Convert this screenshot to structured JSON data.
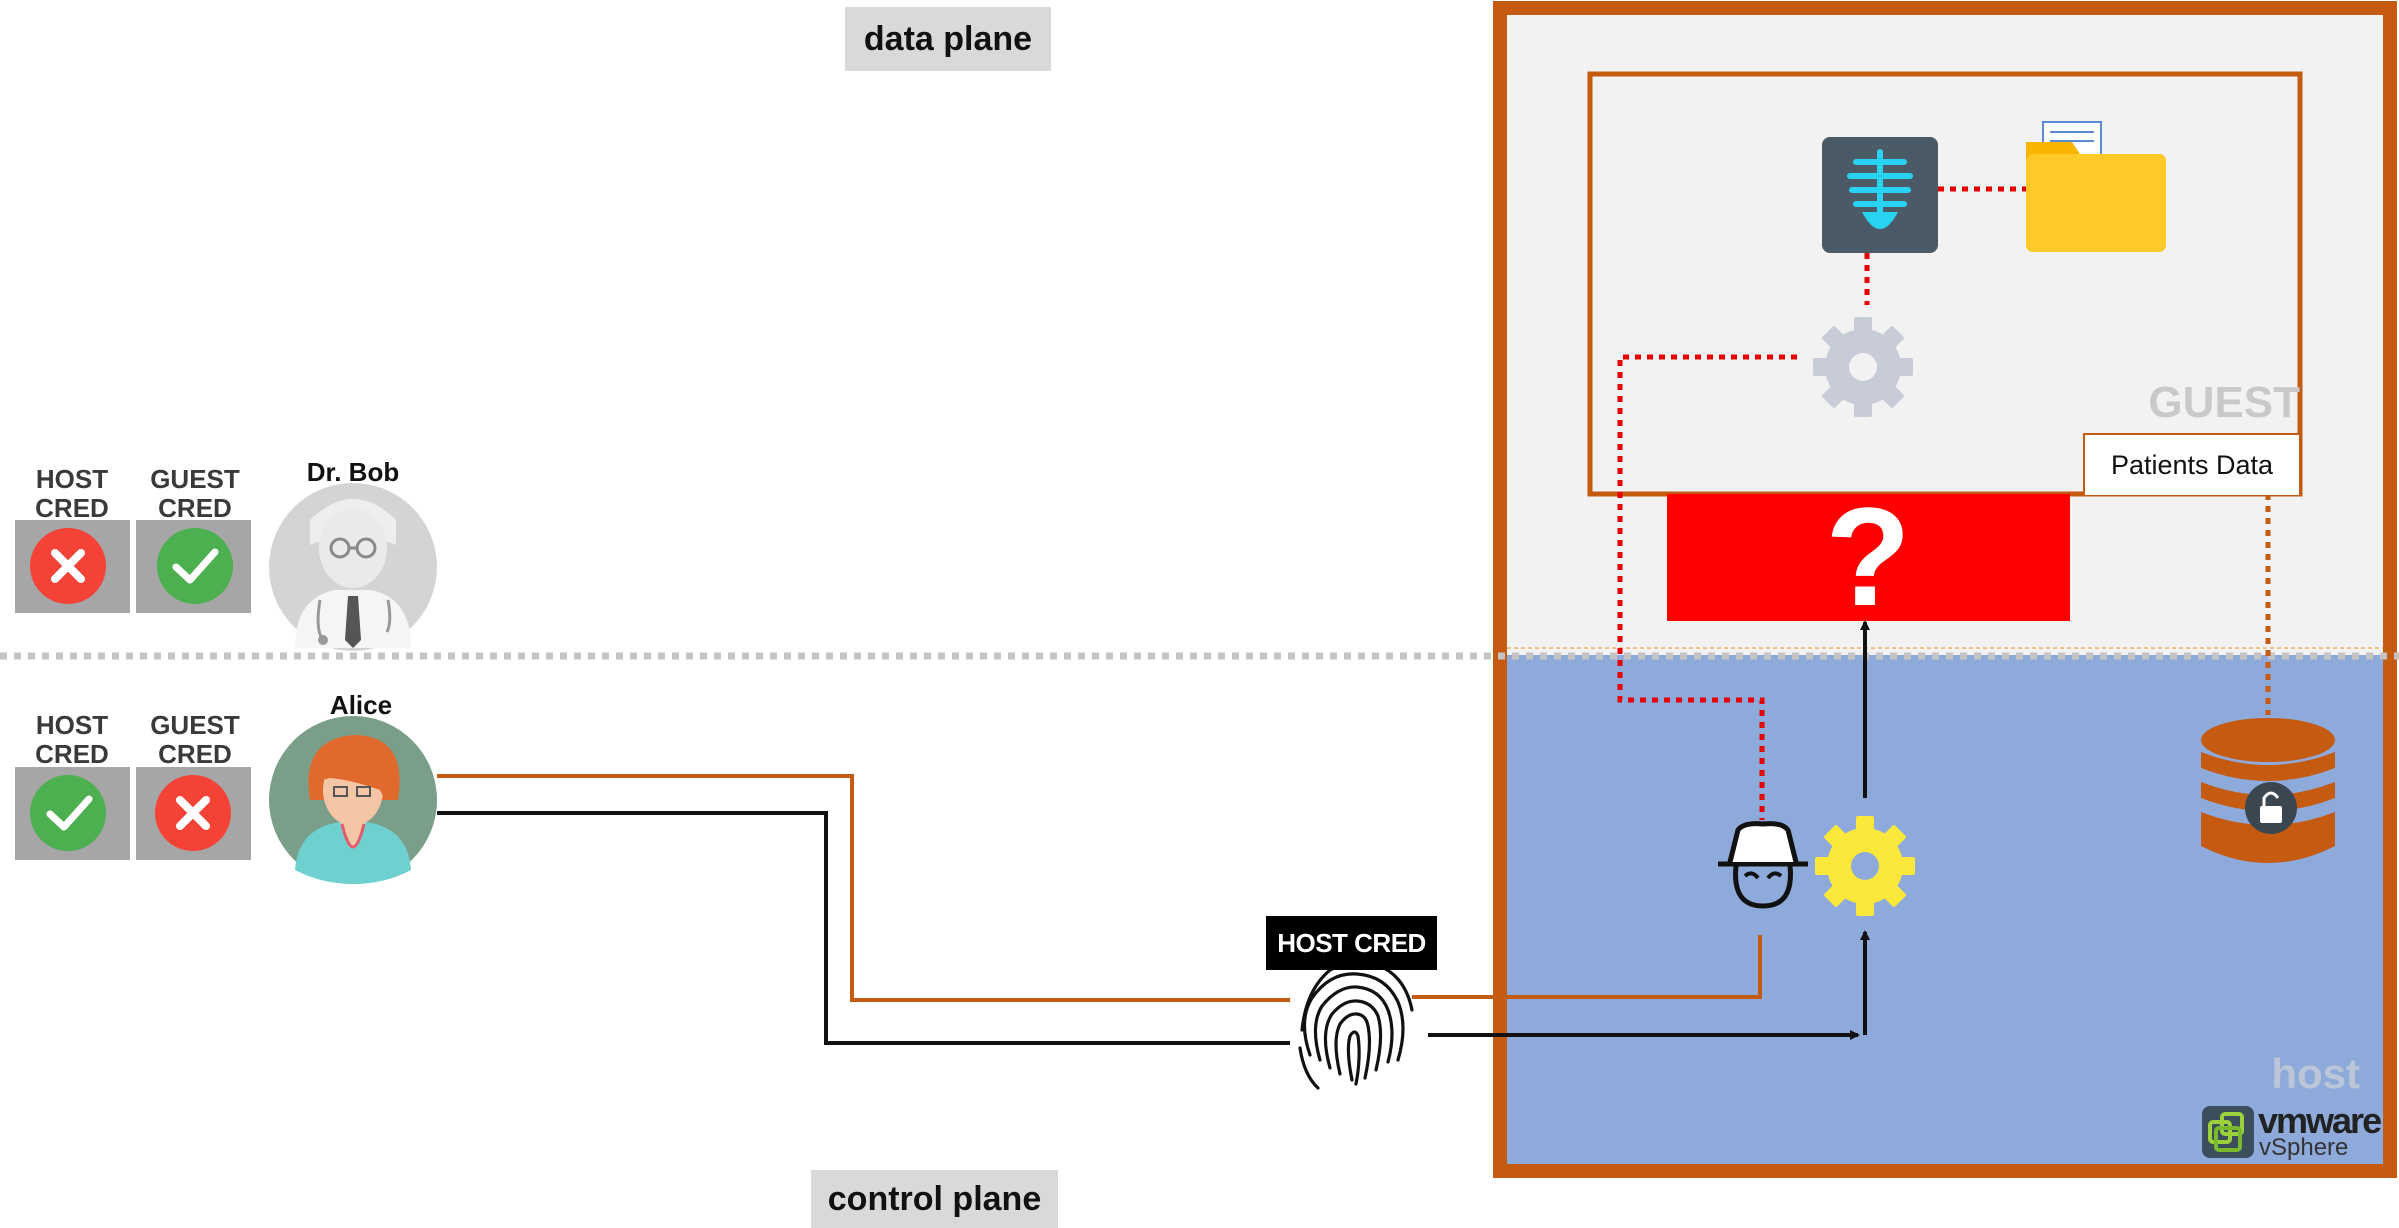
{
  "planes": {
    "data_plane": "data plane",
    "control_plane": "control plane"
  },
  "users": [
    {
      "name": "Dr. Bob",
      "host_cred_label": "HOST CRED",
      "guest_cred_label": "GUEST CRED",
      "host_cred": "denied",
      "guest_cred": "granted"
    },
    {
      "name": "Alice",
      "host_cred_label": "HOST CRED",
      "guest_cred_label": "GUEST CRED",
      "host_cred": "granted",
      "guest_cred": "denied"
    }
  ],
  "host_cred_tag": "HOST CRED",
  "guest": {
    "label": "GUEST",
    "patients_data": "Patients Data"
  },
  "host": {
    "label": "host"
  },
  "barrier": {
    "symbol": "?"
  },
  "logo": {
    "brand": "vmware",
    "product": "vSphere"
  },
  "colors": {
    "host_border": "#c55a11",
    "host_fill": "#8eaadb",
    "guest_fill": "#f2f2f2",
    "barrier": "#ff0000",
    "grant": "#4caf50",
    "deny": "#f44336",
    "gear_host": "#fce83a",
    "gear_guest": "#c8ccd8",
    "link_dotted": "#e60000",
    "alice_path": "#c55a11"
  },
  "icons": [
    "doctor-avatar",
    "alice-avatar",
    "fingerprint-icon",
    "spy-icon",
    "gear-icon",
    "xray-icon",
    "folder-icon",
    "database-lock-icon",
    "check-icon",
    "cross-icon"
  ]
}
